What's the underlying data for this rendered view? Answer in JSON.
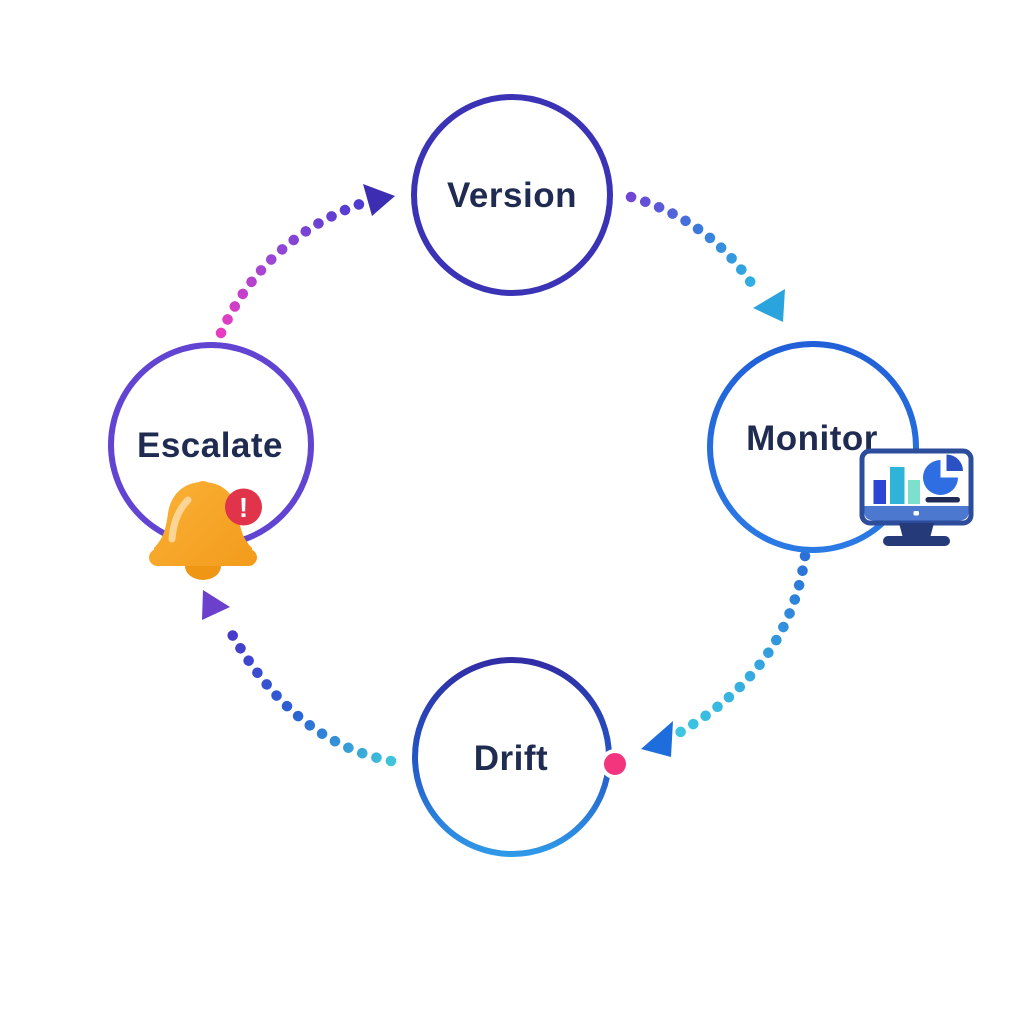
{
  "diagram": {
    "type": "cycle-diagram",
    "background": "#ffffff",
    "label_color": "#1f2b50",
    "nodes": [
      {
        "id": "version",
        "label": "Version",
        "ring_color": "#3b33b5"
      },
      {
        "id": "monitor",
        "label": "Monitor",
        "ring_color": "#2160d8",
        "icon": "analytics-monitor-icon"
      },
      {
        "id": "drift",
        "label": "Drift",
        "ring_color_top": "#312da5",
        "ring_color_bottom": "#2f9ae8",
        "marker": {
          "name": "drift-alert-dot",
          "color": "#f2357c"
        }
      },
      {
        "id": "escalate",
        "label": "Escalate",
        "ring_color": "#6244d2",
        "icon": "alert-bell-icon"
      }
    ],
    "edges": [
      {
        "from": "escalate",
        "to": "version",
        "style": "dotted",
        "gradient": [
          "#e93bc0",
          "#9547d6",
          "#4d3bcf"
        ],
        "arrow_color": "#3c2eb2"
      },
      {
        "from": "version",
        "to": "monitor",
        "style": "dotted",
        "gradient": [
          "#6f46d6",
          "#3b78dc",
          "#2eb6e2"
        ],
        "arrow_color": "#2ba3dc"
      },
      {
        "from": "monitor",
        "to": "drift",
        "style": "dotted",
        "gradient": [
          "#2b6fd8",
          "#35a8e0",
          "#3cc7e0"
        ],
        "arrow_color": "#1d6ddd"
      },
      {
        "from": "drift",
        "to": "escalate",
        "style": "dotted",
        "gradient": [
          "#3fc4da",
          "#2a62d4",
          "#4a38ca"
        ],
        "arrow_color": "#6b40cc"
      }
    ],
    "icons": {
      "bell": {
        "name": "alert-bell-icon",
        "body_color": "#f7a527",
        "clapper_color": "#ef9715",
        "highlight_color": "#fcd8a0",
        "badge": {
          "color": "#e1344a",
          "glyph": "!",
          "glyph_color": "#ffffff"
        }
      },
      "monitor": {
        "name": "analytics-monitor-icon",
        "frame_color": "#2c4c9c",
        "screen_color": "#ffffff",
        "bezel_color": "#4d78d0",
        "stand_color": "#253a78",
        "bar_colors": [
          "#2b46d4",
          "#2fb3d9",
          "#7ce0cd"
        ],
        "pie_color": "#2e6de2",
        "pie_slice_color": "#2b52c4",
        "underline_color": "#1f2b56"
      }
    }
  }
}
